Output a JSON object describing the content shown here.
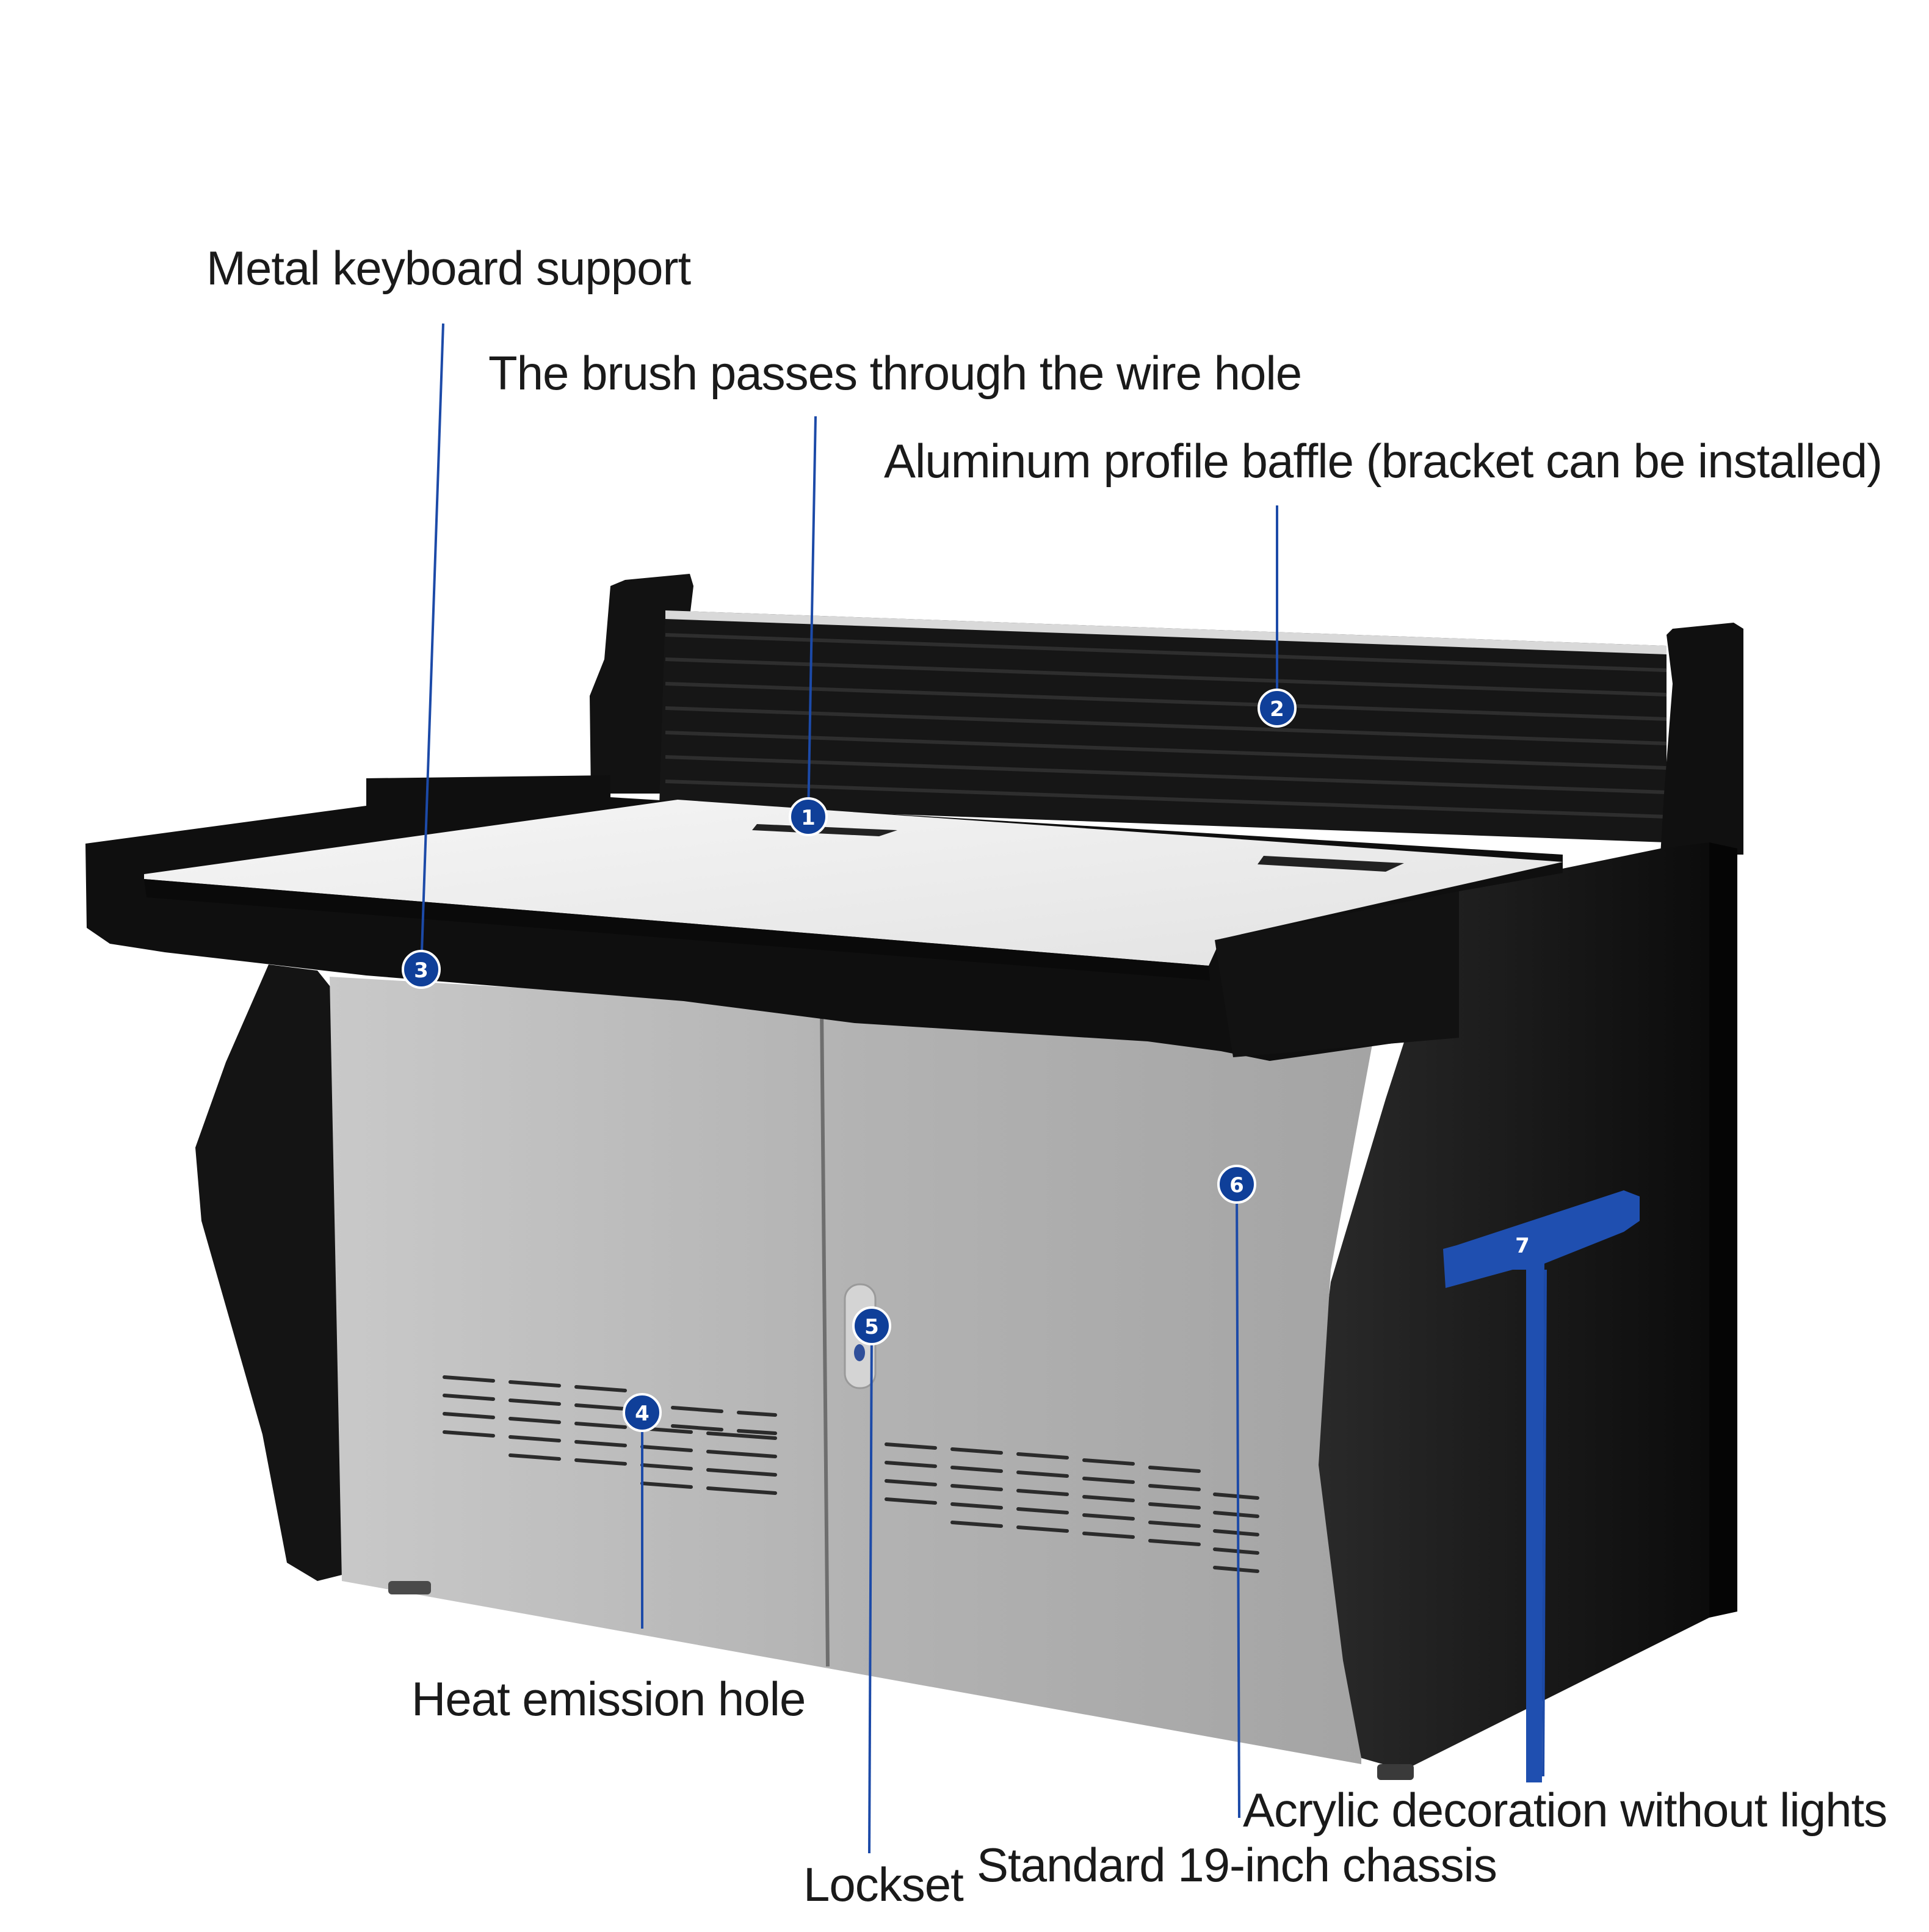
{
  "colors": {
    "callout_line": "#1c4aa8",
    "badge": "#0f3f99",
    "cabinet_black": "#111111",
    "desktop_white": "#efefef",
    "door_gray": "#b4b4b4",
    "acrylic_blue": "#1f4fb0"
  },
  "callouts": {
    "metal_keyboard_support": "Metal keyboard support",
    "brush_wire_hole": "The brush passes through the wire hole",
    "aluminum_baffle": "Aluminum profile baffle (bracket can be installed)",
    "heat_emission_hole": "Heat emission hole",
    "acrylic_decoration": "Acrylic decoration without lights",
    "standard_chassis": "Standard 19-inch chassis",
    "lockset": "Lockset"
  },
  "badges": {
    "b1": "1",
    "b2": "2",
    "b3": "3",
    "b4": "4",
    "b5": "5",
    "b6": "6",
    "b7": "7"
  }
}
